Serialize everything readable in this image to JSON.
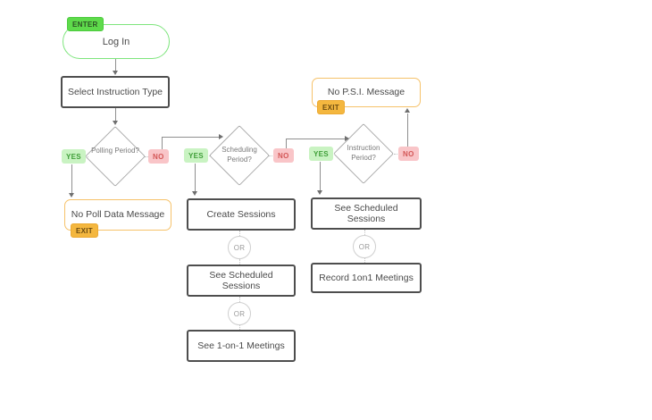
{
  "flow": {
    "start": {
      "badge": "ENTER",
      "label": "Log In"
    },
    "step1": {
      "label": "Select Instruction Type"
    },
    "decision1": {
      "label": "Polling Period?",
      "yes": "YES",
      "no": "NO"
    },
    "exit1": {
      "label": "No Poll Data Message",
      "badge": "EXIT"
    },
    "decision2": {
      "label": "Scheduling Period?",
      "yes": "YES",
      "no": "NO"
    },
    "scheduling_branch": {
      "box1": "Create Sessions",
      "or1": "OR",
      "box2": "See Scheduled Sessions",
      "or2": "OR",
      "box3": "See 1-on-1 Meetings"
    },
    "decision3": {
      "label": "Instruction Period?",
      "yes": "YES",
      "no": "NO"
    },
    "exit2": {
      "label": "No P.S.I. Message",
      "badge": "EXIT"
    },
    "instruction_branch": {
      "box1": "See Scheduled Sessions",
      "or1": "OR",
      "box2": "Record 1on1 Meetings"
    }
  },
  "colors": {
    "enter_badge_bg": "#5edb4b",
    "exit_badge_bg": "#f4b73f",
    "yes_badge_bg": "#c9f3c2",
    "yes_text": "#3f9e38",
    "no_badge_bg": "#f9c5c8",
    "no_text": "#d35757",
    "start_node_border": "#7ee57d",
    "exit_node_border": "#f6c26a",
    "step_node_border": "#4e4e4e",
    "connector": "#8f8f8f"
  }
}
